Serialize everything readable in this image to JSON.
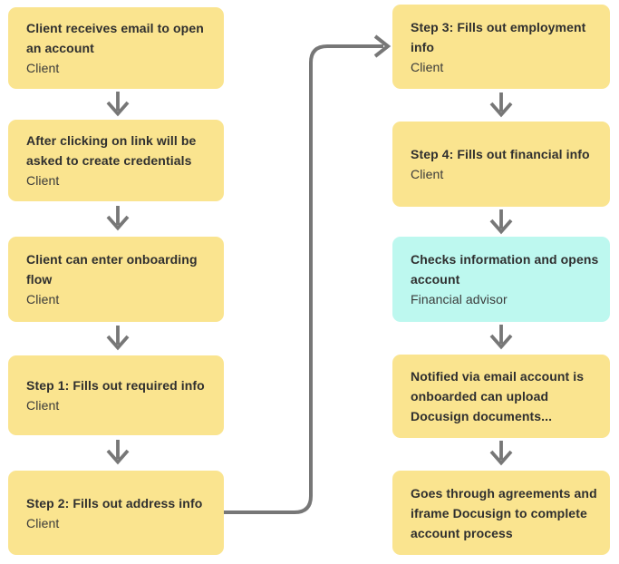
{
  "diagram": {
    "background": "#ffffff",
    "connector_color": "#777777",
    "node_colors": {
      "yellow": "#FAE48F",
      "cyan": "#BDF8EF"
    },
    "left_column": [
      {
        "title": "Client receives email to open an account",
        "subtitle": "Client",
        "fill": "#FAE48F"
      },
      {
        "title": "After clicking on link will be asked to create credentials",
        "subtitle": "Client",
        "fill": "#FAE48F"
      },
      {
        "title": "Client can enter onboarding flow",
        "subtitle": "Client",
        "fill": "#FAE48F"
      },
      {
        "title": "Step 1: Fills out required info",
        "subtitle": "Client",
        "fill": "#FAE48F"
      },
      {
        "title": "Step 2: Fills out address info",
        "subtitle": "Client",
        "fill": "#FAE48F"
      }
    ],
    "right_column": [
      {
        "title": "Step 3: Fills out employment info",
        "subtitle": "Client",
        "fill": "#FAE48F"
      },
      {
        "title": "Step 4: Fills out financial info",
        "subtitle": "Client",
        "fill": "#FAE48F"
      },
      {
        "title": "Checks information and opens account",
        "subtitle": "Financial advisor",
        "fill": "#BDF8EF"
      },
      {
        "title": "Notified via email account is onboarded can upload Docusign documents...",
        "subtitle": "",
        "fill": "#FAE48F"
      },
      {
        "title": "Goes through agreements and iframe Docusign to complete account process",
        "subtitle": "",
        "fill": "#FAE48F"
      }
    ]
  }
}
